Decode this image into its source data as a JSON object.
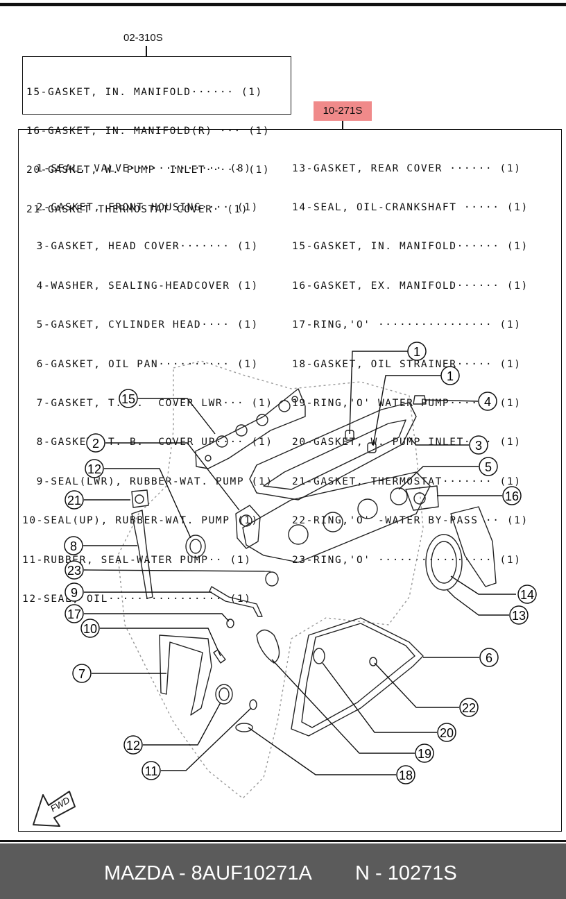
{
  "ref_top": "02-310S",
  "ref_main": "10-271S",
  "small_list": [
    "15-GASKET, IN. MANIFOLD······ (1)",
    "16-GASKET, IN. MANIFOLD(R) ··· (1)",
    "20-GASKET, W. PUMP  INLET····· (1)",
    "21-GASKET THERMOSTAT COVER· (1)"
  ],
  "parts_left": [
    "  1-SEAL, VALVE············· (8)",
    "  2-GASKET, FRONT HOUSING···· (1)",
    "  3-GASKET, HEAD COVER······· (1)",
    "  4-WASHER, SEALING-HEADCOVER (1)",
    "  5-GASKET, CYLINDER HEAD···· (1)",
    "  6-GASKET, OIL PAN·········· (1)",
    "  7-GASKET, T. B.  COVER LWR··· (1)",
    "  8-GASKET, T. B.  COVER UP···· (1)",
    "  9-SEAL(LWR), RUBBER-WAT. PUMP (1)",
    "10-SEAL(UP), RUBBER-WAT. PUMP (1)",
    "11-RUBBER, SEAL-WATER PUMP·· (1)",
    "12-SEAL, OIL················ (1)"
  ],
  "parts_right": [
    "13-GASKET, REAR COVER ······ (1)",
    "14-SEAL, OIL-CRANKSHAFT ····· (1)",
    "15-GASKET, IN. MANIFOLD······ (1)",
    "16-GASKET, EX. MANIFOLD······ (1)",
    "17-RING,'O' ················ (1)",
    "18-GASKET, OIL STRAINER····· (1)",
    "19-RING,'O' WATER PUMP······ (1)",
    "20-GASKET, W. PUMP INLET···· (1)",
    "21-GASKET, THERMOSTAT······· (1)",
    "22-RING,'O' -WATER BY-PASS ·· (1)",
    "23-RING,'O' ················ (1)"
  ],
  "callouts": [
    "1",
    "1",
    "4",
    "15",
    "3",
    "2",
    "5",
    "12",
    "16",
    "21",
    "8",
    "23",
    "14",
    "9",
    "13",
    "17",
    "10",
    "6",
    "7",
    "22",
    "12",
    "20",
    "11",
    "19",
    "18"
  ],
  "fwd_label": "FWD",
  "footer": {
    "left": "MAZDA - 8AUF10271A",
    "right": "N - 10271S"
  }
}
